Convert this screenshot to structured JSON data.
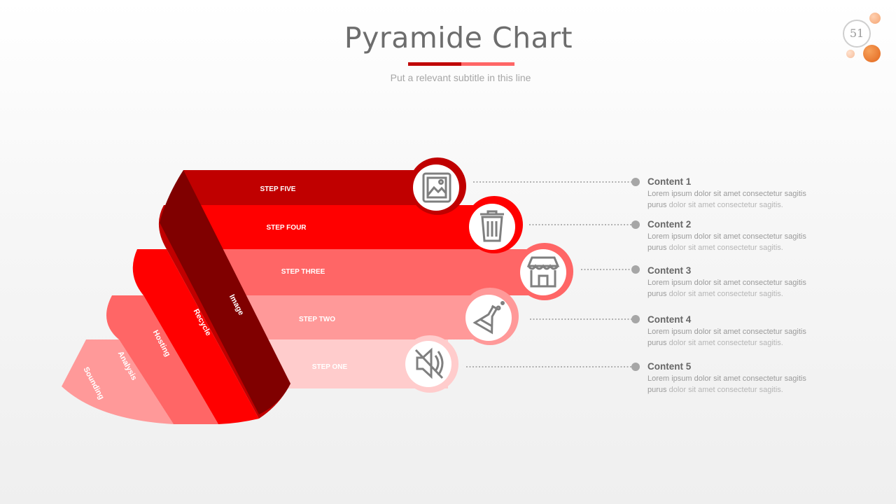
{
  "slide": {
    "title": "Pyramide Chart",
    "subtitle": "Put a relevant subtitle in this line",
    "page_number": "51"
  },
  "colors": {
    "step_five": "#c00000",
    "step_four": "#ff0000",
    "step_three": "#ff6666",
    "step_two": "#ff9999",
    "step_one": "#ffcccc"
  },
  "steps": [
    {
      "label": "STEP FIVE",
      "wedge": "Image",
      "icon": "image-icon"
    },
    {
      "label": "STEP FOUR",
      "wedge": "Recycle",
      "icon": "trash-icon"
    },
    {
      "label": "STEP THREE",
      "wedge": "Hosting",
      "icon": "store-icon"
    },
    {
      "label": "STEP TWO",
      "wedge": "Analysis",
      "icon": "flask-icon"
    },
    {
      "label": "STEP ONE",
      "wedge": "Sounding",
      "icon": "mute-icon"
    }
  ],
  "contents": [
    {
      "heading": "Content 1",
      "line1": "Lorem  ipsum dolor sit amet consectetur sagitis",
      "line2_dark": "purus ",
      "line2_light": "dolor sit  amet consectetur  sagitis."
    },
    {
      "heading": "Content 2",
      "line1": "Lorem  ipsum dolor sit amet consectetur sagitis",
      "line2_dark": "purus ",
      "line2_light": "dolor sit  amet consectetur  sagitis."
    },
    {
      "heading": "Content 3",
      "line1": "Lorem  ipsum dolor sit amet consectetur sagitis",
      "line2_dark": "purus ",
      "line2_light": "dolor sit  amet consectetur  sagitis."
    },
    {
      "heading": "Content 4",
      "line1": "Lorem  ipsum dolor sit amet consectetur sagitis",
      "line2_dark": "purus ",
      "line2_light": "dolor sit  amet consectetur  sagitis."
    },
    {
      "heading": "Content 5",
      "line1": "Lorem  ipsum dolor sit amet consectetur sagitis",
      "line2_dark": "purus ",
      "line2_light": "dolor sit  amet consectetur  sagitis."
    }
  ]
}
